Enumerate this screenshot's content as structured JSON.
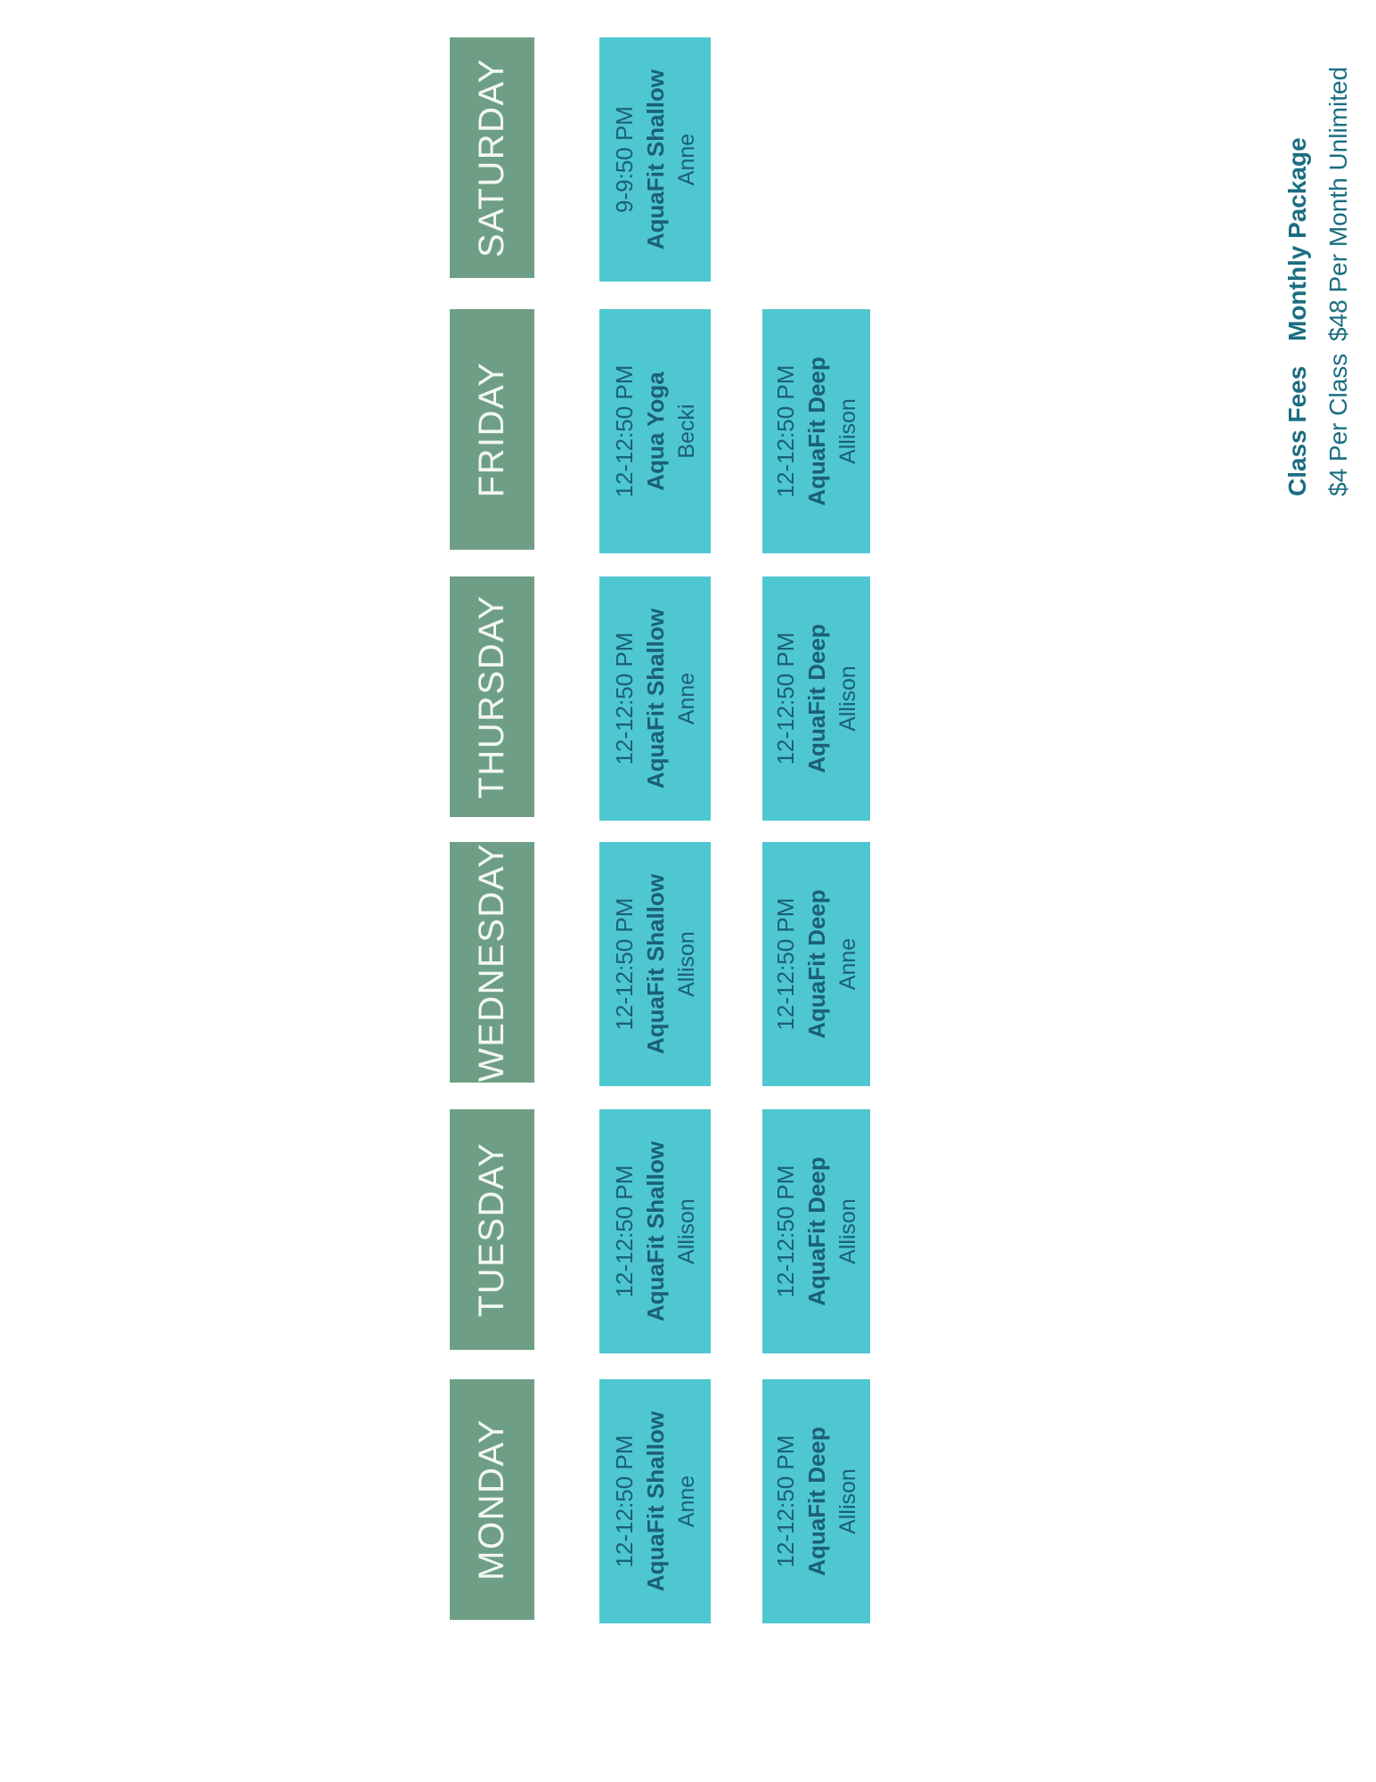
{
  "palette": {
    "green": "#6E9F86",
    "teal": "#4EC7D1",
    "day_text": "#F3F7F2",
    "class_text": "#1B5F78",
    "fees_text": "#1B6E81",
    "page_bg": "#FFFFFF"
  },
  "schedule": {
    "days": [
      {
        "name": "MONDAY",
        "classes": [
          {
            "time": "12-12:50 PM",
            "name": "AquaFit Shallow",
            "instructor": "Anne"
          },
          {
            "time": "12-12:50 PM",
            "name": "AquaFit Deep",
            "instructor": "Allison"
          }
        ]
      },
      {
        "name": "TUESDAY",
        "classes": [
          {
            "time": "12-12:50 PM",
            "name": "AquaFit Shallow",
            "instructor": "Allison"
          },
          {
            "time": "12-12:50 PM",
            "name": "AquaFit Deep",
            "instructor": "Allison"
          }
        ]
      },
      {
        "name": "WEDNESDAY",
        "classes": [
          {
            "time": "12-12:50 PM",
            "name": "AquaFit Shallow",
            "instructor": "Allison"
          },
          {
            "time": "12-12:50 PM",
            "name": "AquaFit Deep",
            "instructor": "Anne"
          }
        ]
      },
      {
        "name": "THURSDAY",
        "classes": [
          {
            "time": "12-12:50 PM",
            "name": "AquaFit Shallow",
            "instructor": "Anne"
          },
          {
            "time": "12-12:50 PM",
            "name": "AquaFit Deep",
            "instructor": "Allison"
          }
        ]
      },
      {
        "name": "FRIDAY",
        "classes": [
          {
            "time": "12-12:50 PM",
            "name": "Aqua Yoga",
            "instructor": "Becki"
          },
          {
            "time": "12-12:50 PM",
            "name": "AquaFit Deep",
            "instructor": "Allison"
          }
        ]
      },
      {
        "name": "SATURDAY",
        "classes": [
          {
            "time": "9-9:50 PM",
            "name": "AquaFit Shallow",
            "instructor": "Anne"
          }
        ]
      }
    ]
  },
  "fees": [
    {
      "title": "Class Fees",
      "value": "$4 Per Class"
    },
    {
      "title": "Monthly Package",
      "value": "$48 Per Month Unlimited"
    }
  ]
}
